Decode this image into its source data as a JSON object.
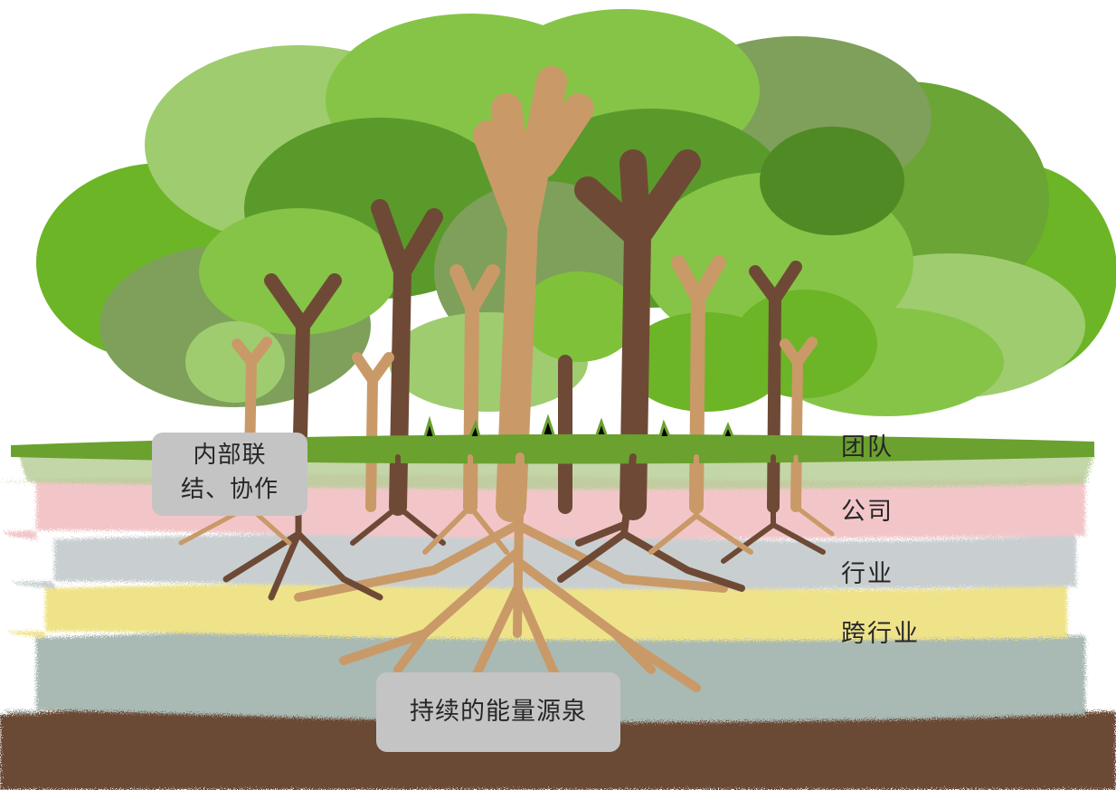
{
  "callouts": {
    "internal": {
      "line1": "内部联",
      "line2": "结、协作"
    },
    "energy": "持续的能量源泉"
  },
  "layers": [
    {
      "label": "团队",
      "color": "#6ba12e"
    },
    {
      "label": "公司",
      "color": "#f2c6c9"
    },
    {
      "label": "行业",
      "color": "#c9cfd1"
    },
    {
      "label": "跨行业",
      "color": "#efe38a"
    }
  ],
  "palette": {
    "canopy": [
      "#6cb526",
      "#86c447",
      "#9fcc6f",
      "#5a9a2a",
      "#7ea05a",
      "#4f8a24",
      "#7fc23a"
    ],
    "trunk_dark": "#6e4a36",
    "trunk_light": "#c99a68",
    "grass": "#6ba12e",
    "deep_soil": "#6b4a36",
    "teal_soil": "#a9b9b3",
    "callout_bg": "#c4c4c4"
  }
}
